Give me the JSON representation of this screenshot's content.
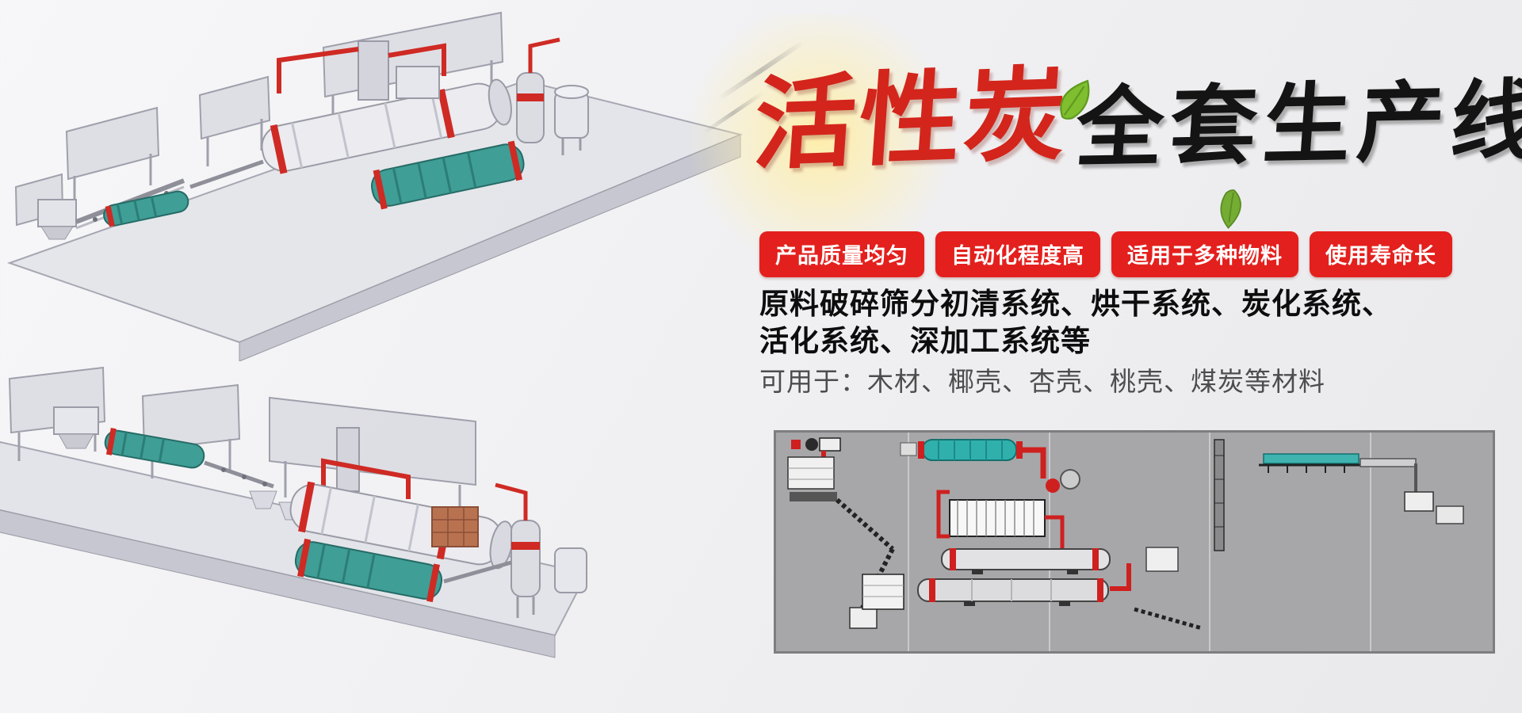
{
  "hero": {
    "title_red": "活性炭",
    "title_black": "全套生产线",
    "title_red_color": "#d3251c",
    "title_black_color": "#141414"
  },
  "badges": {
    "bg_color": "#e3201d",
    "text_color": "#ffffff",
    "items": [
      {
        "label": "产品质量均匀"
      },
      {
        "label": "自动化程度高"
      },
      {
        "label": "适用于多种物料"
      },
      {
        "label": "使用寿命长"
      }
    ]
  },
  "description": {
    "line1": "原料破碎筛分初清系统、烘干系统、炭化系统、",
    "line2": "活化系统、深加工系统等",
    "usage": "可用于：木材、椰壳、杏壳、桃壳、煤炭等材料"
  },
  "colors": {
    "accent_red": "#d3251c",
    "pipe_red": "#cf2a24",
    "machine_teal": "#3f9e96",
    "leaf_green": "#7fbe2e",
    "schematic_bg": "#a7a7a9",
    "platform_gray": "#dfe0e6"
  }
}
